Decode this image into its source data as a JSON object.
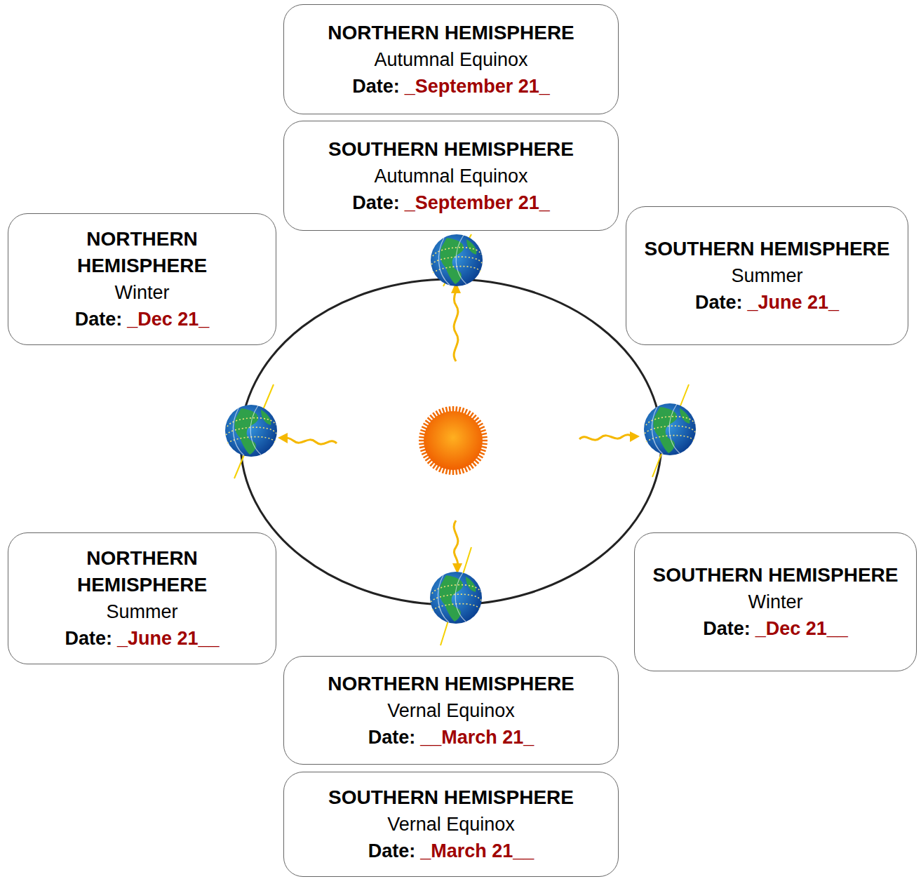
{
  "diagram": {
    "nodes": [
      {
        "text": [
          "NORTHERN HEMISPHERE",
          "Autumnal Equinox",
          "Date:",
          "_September 21_"
        ]
      },
      {
        "text": [
          "SOUTHERN HEMISPHERE",
          "Autumnal Equinox",
          "Date:",
          "_September 21_"
        ]
      },
      {
        "text": [
          "NORTHERN HEMISPHERE",
          "Winter",
          "Date:",
          "_Dec 21_"
        ]
      },
      {
        "text": [
          "SOUTHERN HEMISPHERE",
          "Summer",
          "Date:",
          "_June 21_"
        ]
      },
      {
        "text": [
          "NORTHERN HEMISPHERE",
          "Summer",
          "Date:",
          "_June 21__"
        ]
      },
      {
        "text": [
          "SOUTHERN HEMISPHERE",
          "Winter",
          "Date:",
          "_Dec 21__"
        ]
      },
      {
        "text": [
          "NORTHERN HEMISPHERE",
          "Vernal Equinox",
          "Date:",
          "__March 21_"
        ]
      },
      {
        "text": [
          "SOUTHERN HEMISPHERE",
          "Vernal Equinox",
          "Date:",
          "_March 21__"
        ]
      }
    ]
  }
}
